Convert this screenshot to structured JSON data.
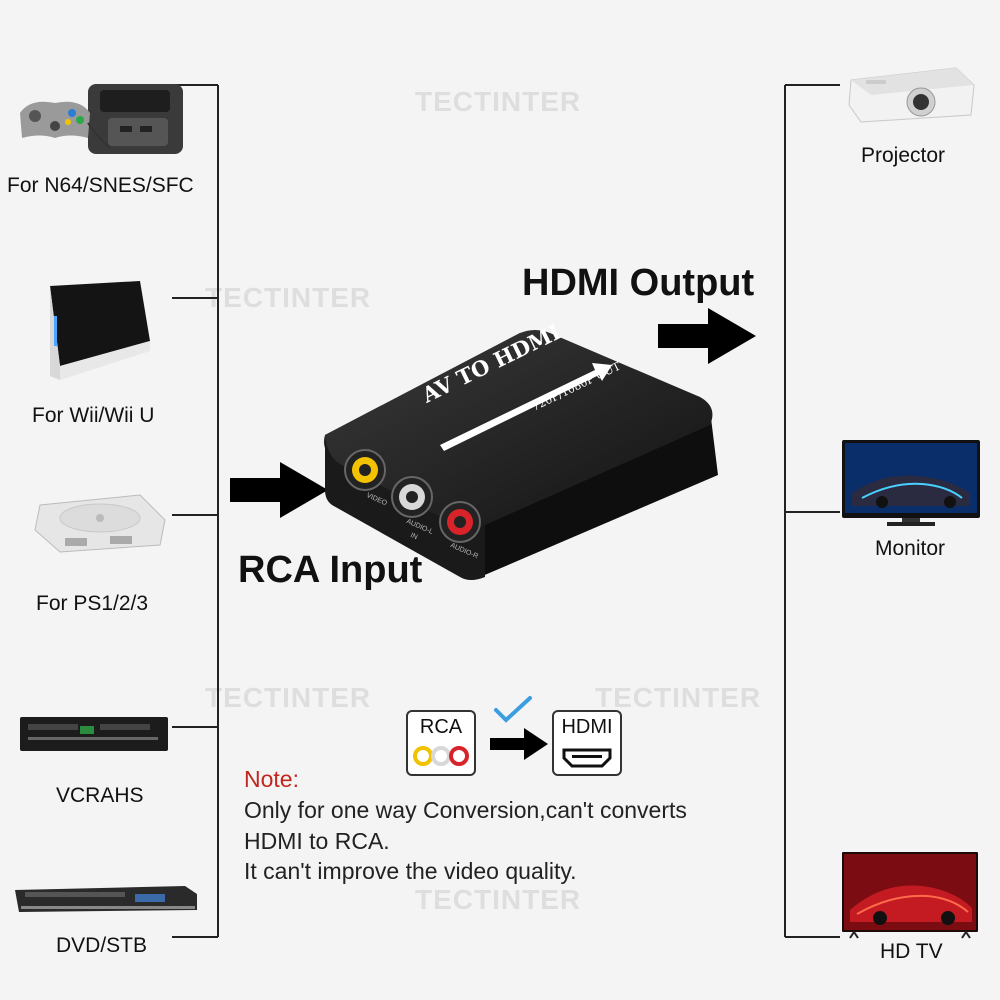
{
  "watermark": "TECTINTER",
  "sources": [
    {
      "label": "For N64/SNES/SFC",
      "icon": "n64-console-icon"
    },
    {
      "label": "For Wii/Wii U",
      "icon": "wii-console-icon"
    },
    {
      "label": "For PS1/2/3",
      "icon": "ps1-console-icon"
    },
    {
      "label": "VCRAHS",
      "icon": "vcr-player-icon"
    },
    {
      "label": "DVD/STB",
      "icon": "dvd-player-icon"
    }
  ],
  "outputs": [
    {
      "label": "Projector",
      "icon": "projector-icon"
    },
    {
      "label": "Monitor",
      "icon": "monitor-icon"
    },
    {
      "label": "HD TV",
      "icon": "hd-tv-icon"
    }
  ],
  "headings": {
    "input": "RCA Input",
    "output": "HDMI Output"
  },
  "device": {
    "title": "AV TO HDMI",
    "subtitle": "720P/1080P OUT",
    "port_video": "VIDEO",
    "port_audio_l": "AUDIO-L",
    "port_in": "IN",
    "port_audio_r": "AUDIO-R"
  },
  "conversion": {
    "from": "RCA",
    "to": "HDMI"
  },
  "note": {
    "title": "Note:",
    "lines": [
      "Only for one way Conversion,can't converts",
      "HDMI to RCA.",
      "It can't improve the video quality."
    ]
  },
  "colors": {
    "accent_red": "#c0281e",
    "check_blue": "#3a9ee0",
    "rca_yellow": "#f2c200",
    "rca_white": "#d8d8d8",
    "rca_red": "#d8232a"
  }
}
